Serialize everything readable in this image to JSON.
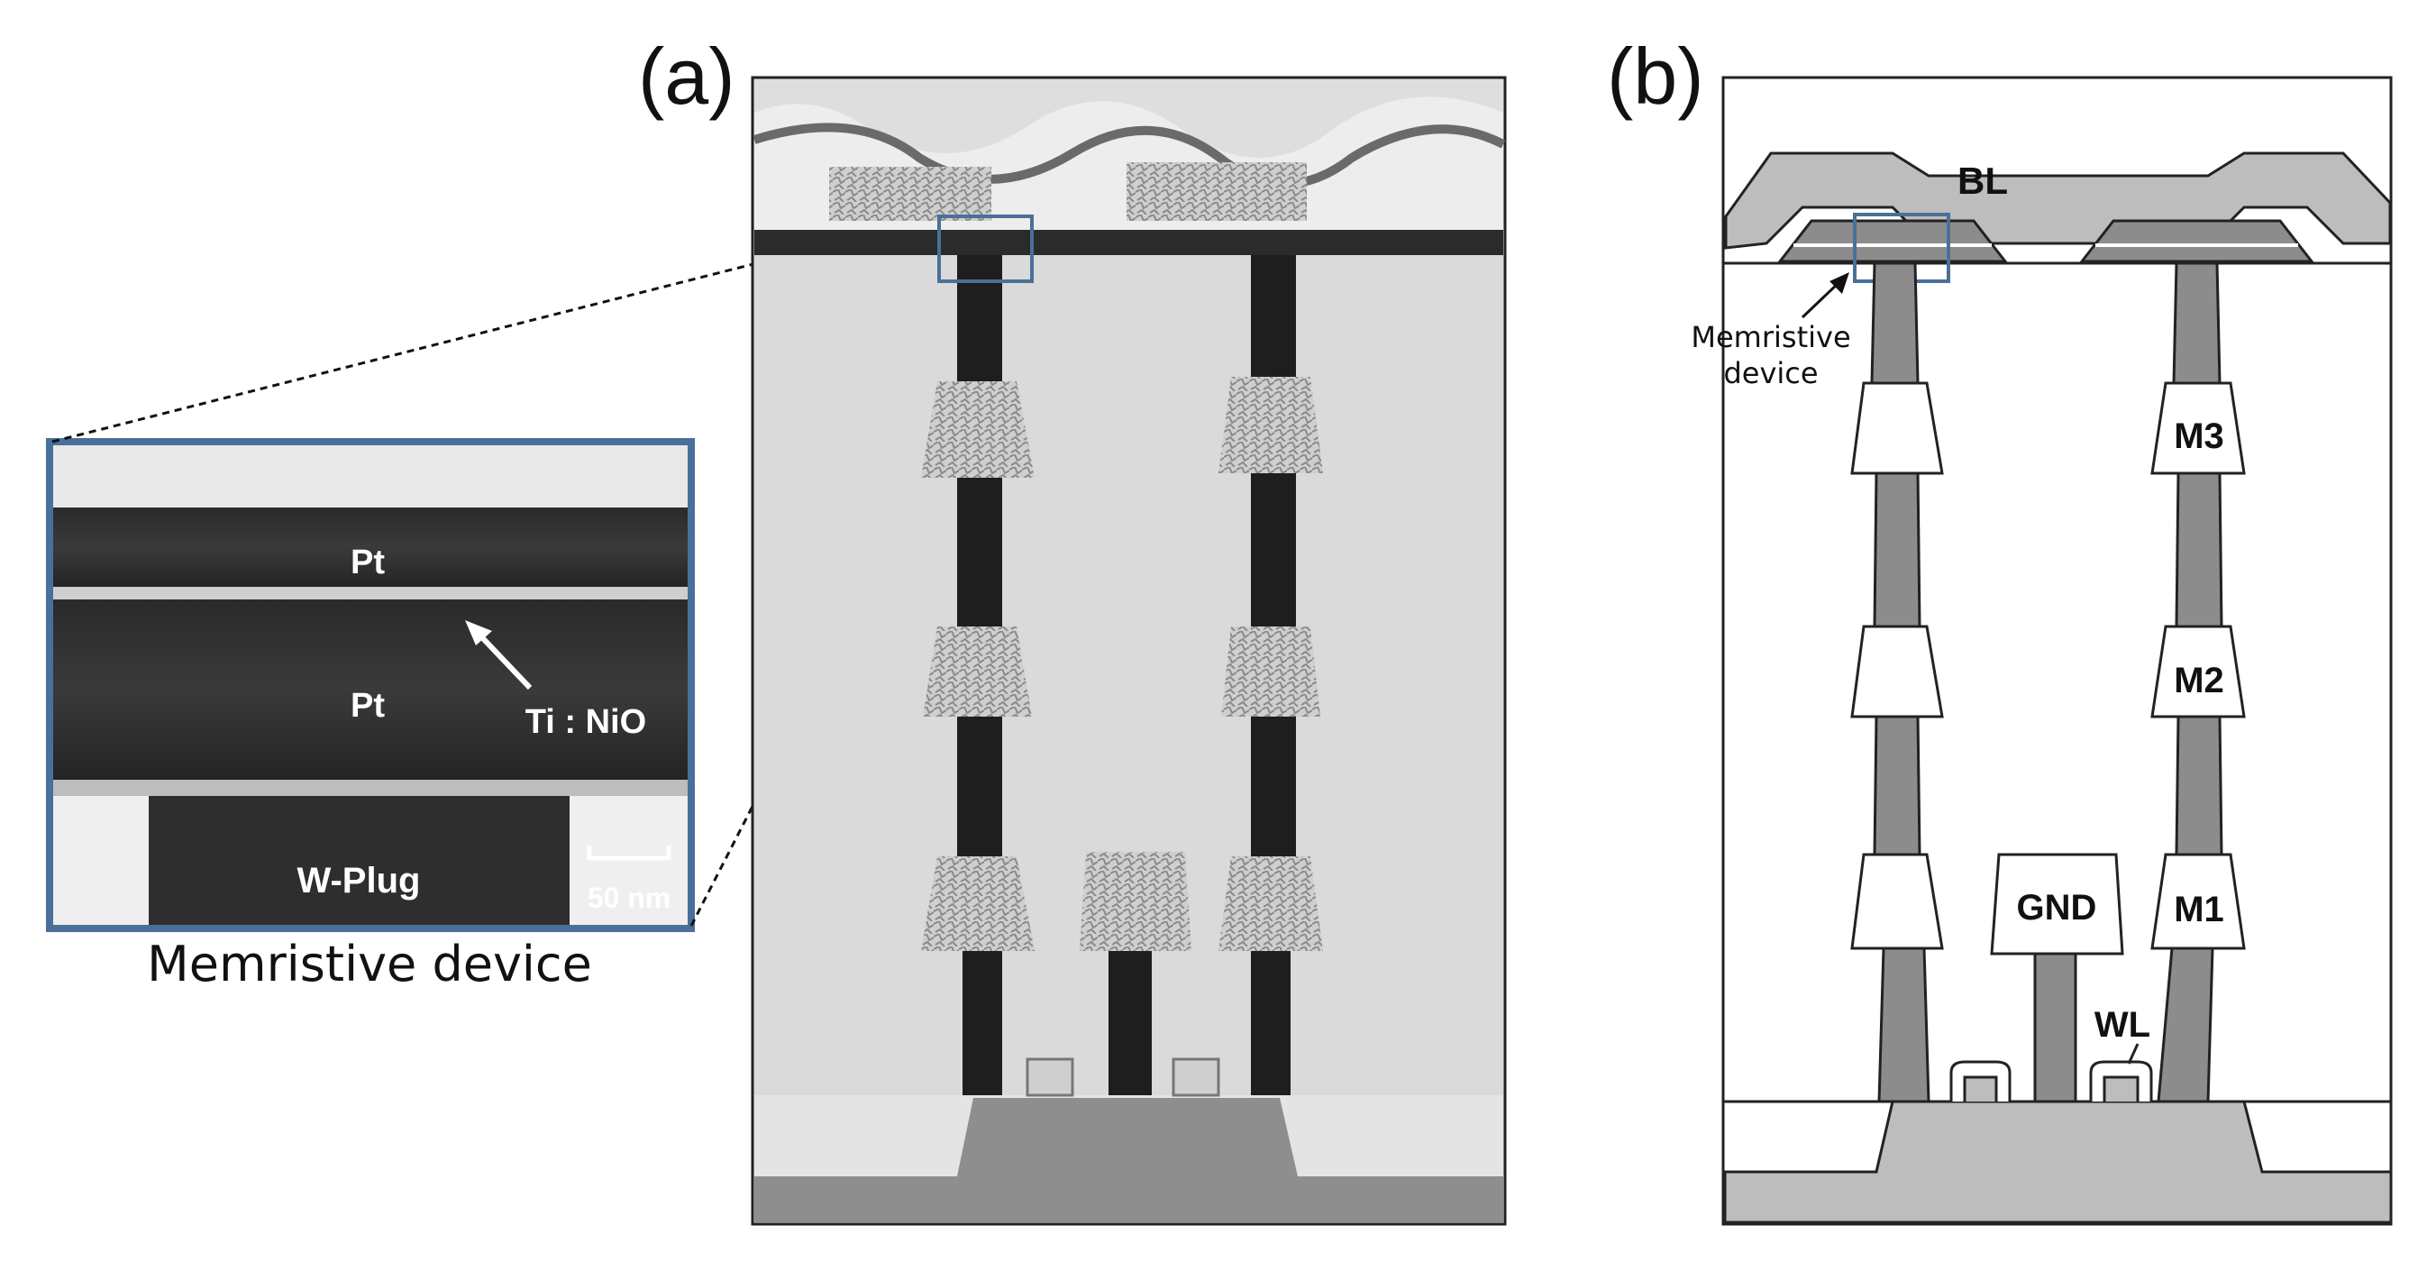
{
  "panel_labels": {
    "a": "(a)",
    "b": "(b)"
  },
  "inset": {
    "caption": "Memristive device",
    "top_layer": "Pt",
    "bottom_layer": "Pt",
    "switching_layer": "Ti : NiO",
    "plug": "W-Plug",
    "scale_bar": "50 nm"
  },
  "schematic": {
    "bit_line": "BL",
    "device_label_line1": "Memristive",
    "device_label_line2": "device",
    "metal3": "M3",
    "metal2": "M2",
    "metal1": "M1",
    "ground": "GND",
    "word_line": "WL"
  },
  "colors": {
    "frame_blue": "#4a6f9a",
    "tem_dark": "#1c1c1c",
    "tem_background": "#dcdcdc",
    "schematic_gray": "#8c8c8c",
    "schematic_light": "#bdbdbd"
  }
}
